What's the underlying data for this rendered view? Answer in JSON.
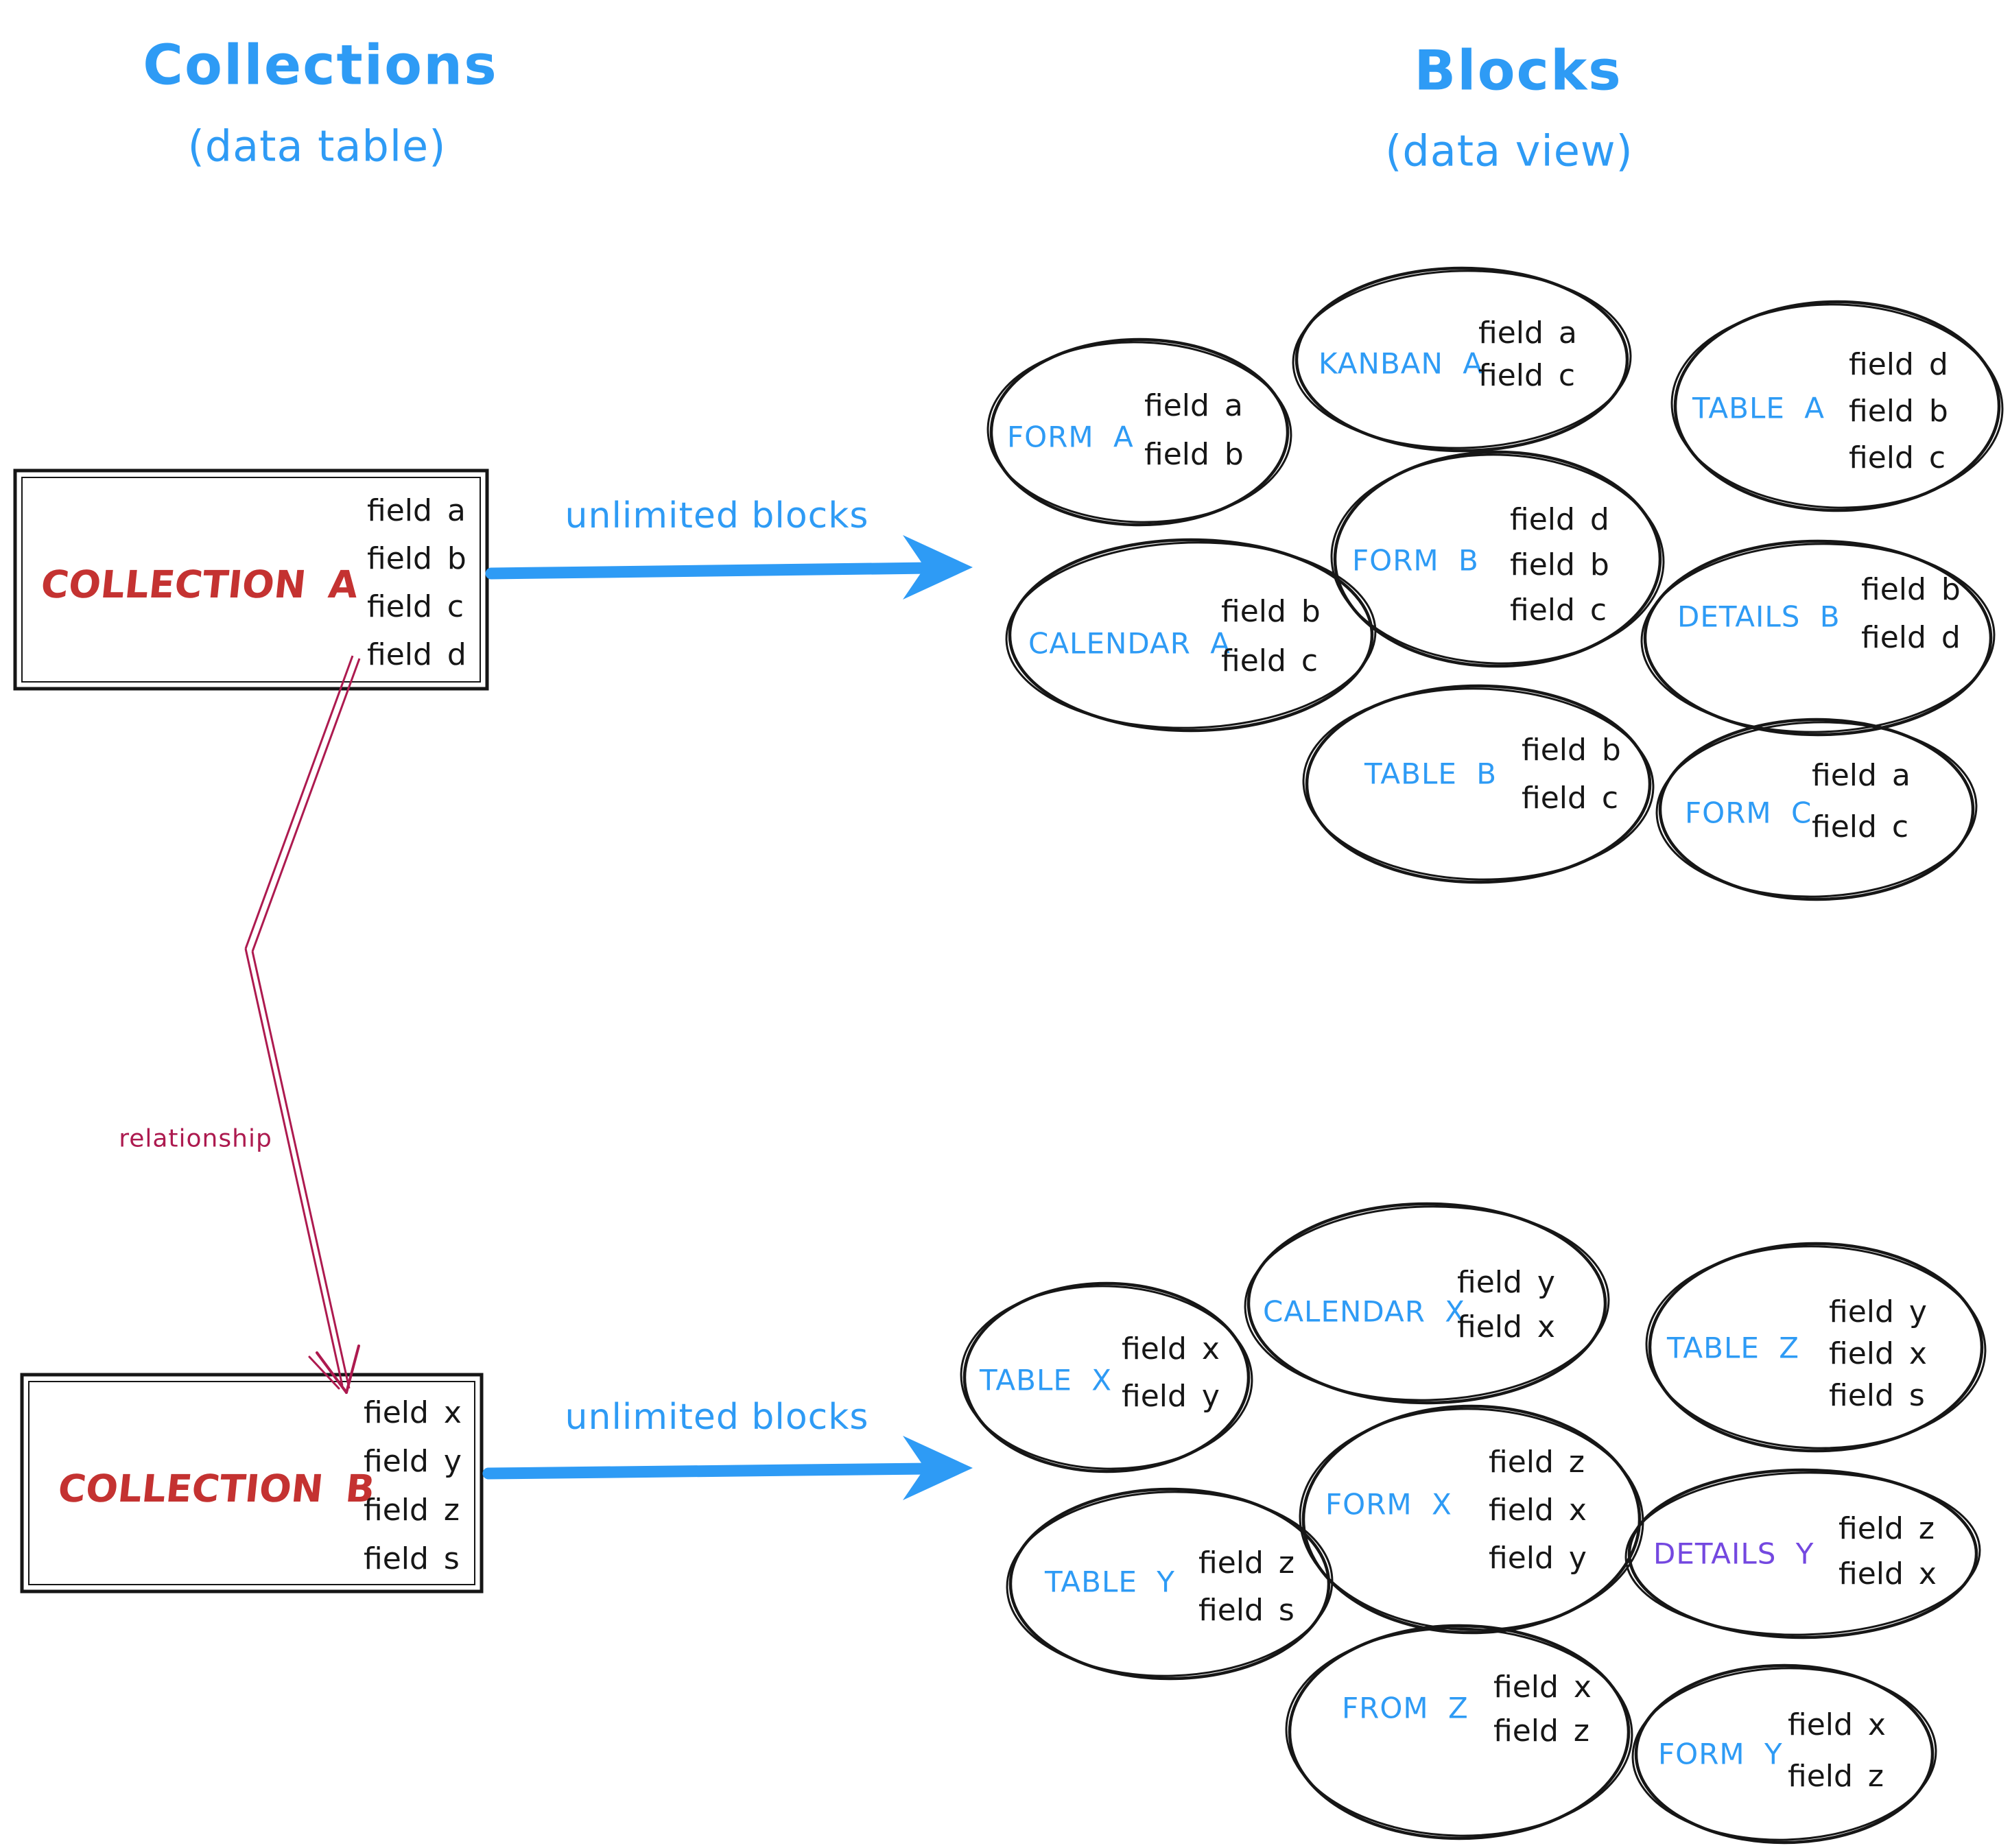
{
  "titles": {
    "left": {
      "main": "Collections",
      "sub": "(data table)"
    },
    "right": {
      "main": "Blocks",
      "sub": "(data view)"
    }
  },
  "collection_a": {
    "name": "COLLECTION A",
    "fields": [
      "field a",
      "field b",
      "field c",
      "field d"
    ]
  },
  "collection_b": {
    "name": "COLLECTION B",
    "fields": [
      "field x",
      "field y",
      "field z",
      "field s"
    ]
  },
  "arrows": {
    "top_label": "unlimited blocks",
    "bottom_label": "unlimited blocks",
    "relationship_label": "relationship"
  },
  "blocks_a": [
    {
      "label": "FORM A",
      "fields": [
        "field a",
        "field b"
      ]
    },
    {
      "label": "KANBAN A",
      "fields": [
        "field a",
        "field c"
      ]
    },
    {
      "label": "TABLE A",
      "fields": [
        "field d",
        "field b",
        "field c"
      ]
    },
    {
      "label": "CALENDAR A",
      "fields": [
        "field b",
        "field c"
      ]
    },
    {
      "label": "FORM B",
      "fields": [
        "field d",
        "field b",
        "field c"
      ]
    },
    {
      "label": "DETAILS B",
      "fields": [
        "field b",
        "field d"
      ]
    },
    {
      "label": "TABLE B",
      "fields": [
        "field b",
        "field c"
      ]
    },
    {
      "label": "FORM C",
      "fields": [
        "field a",
        "field c"
      ]
    }
  ],
  "blocks_b": [
    {
      "label": "TABLE X",
      "fields": [
        "field x",
        "field y"
      ]
    },
    {
      "label": "CALENDAR X",
      "fields": [
        "field y",
        "field x"
      ]
    },
    {
      "label": "TABLE Z",
      "fields": [
        "field y",
        "field x",
        "field s"
      ]
    },
    {
      "label": "TABLE Y",
      "fields": [
        "field z",
        "field s"
      ]
    },
    {
      "label": "FORM X",
      "fields": [
        "field z",
        "field x",
        "field y"
      ]
    },
    {
      "label": "DETAILS Y",
      "fields": [
        "field z",
        "field x"
      ]
    },
    {
      "label": "FROM Z",
      "fields": [
        "field x",
        "field z"
      ]
    },
    {
      "label": "FORM Y",
      "fields": [
        "field x",
        "field z"
      ]
    }
  ],
  "colors": {
    "accent_blue": "#2e9bf5",
    "collection_red": "#c43231",
    "relationship_crimson": "#ad1a4f",
    "details_purple": "#7448e0",
    "ink": "#161616"
  }
}
